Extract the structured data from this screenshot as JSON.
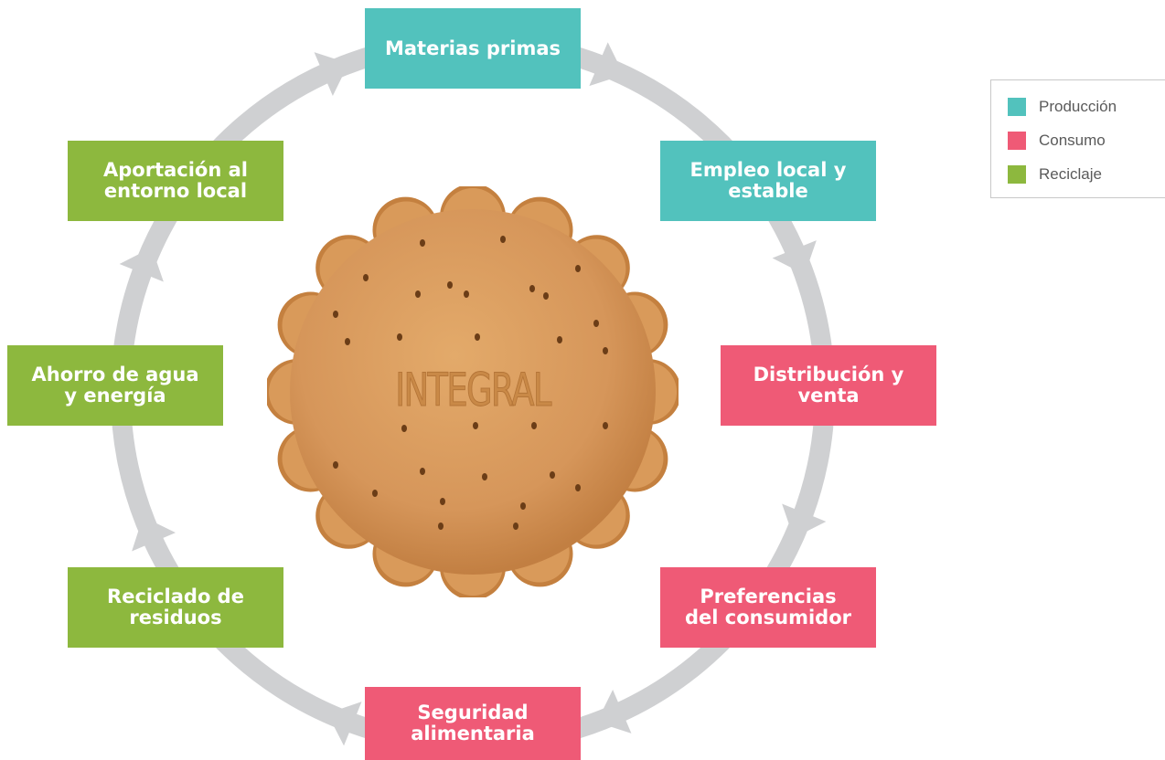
{
  "colors": {
    "produccion": "#52c2bd",
    "consumo": "#ef5a76",
    "reciclaje": "#8db83e",
    "ring": "#cfd0d2",
    "cookie_base": "#d99a5a",
    "cookie_edge": "#c4803f",
    "cookie_hole": "#6b3d17"
  },
  "cookie": {
    "stamp_text": "INTEGRAL"
  },
  "legend": {
    "items": [
      {
        "label": "Producción",
        "color": "#52c2bd"
      },
      {
        "label": "Consumo",
        "color": "#ef5a76"
      },
      {
        "label": "Reciclaje",
        "color": "#8db83e"
      }
    ]
  },
  "nodes": [
    {
      "id": "materias-primas",
      "label": "Materias primas",
      "group": "produccion"
    },
    {
      "id": "empleo-local",
      "label": "Empleo local y\nestable",
      "group": "produccion"
    },
    {
      "id": "distribucion-venta",
      "label": "Distribución y\nventa",
      "group": "consumo"
    },
    {
      "id": "preferencias-consumidor",
      "label": "Preferencias\ndel consumidor",
      "group": "consumo"
    },
    {
      "id": "seguridad-alimentaria",
      "label": "Seguridad\nalimentaria",
      "group": "consumo"
    },
    {
      "id": "reciclado-residuos",
      "label": "Reciclado de\nresiduos",
      "group": "reciclaje"
    },
    {
      "id": "ahorro-agua-energia",
      "label": "Ahorro de agua\ny energía",
      "group": "reciclaje"
    },
    {
      "id": "aportacion-entorno",
      "label": "Aportación al\nentorno local",
      "group": "reciclaje"
    }
  ]
}
